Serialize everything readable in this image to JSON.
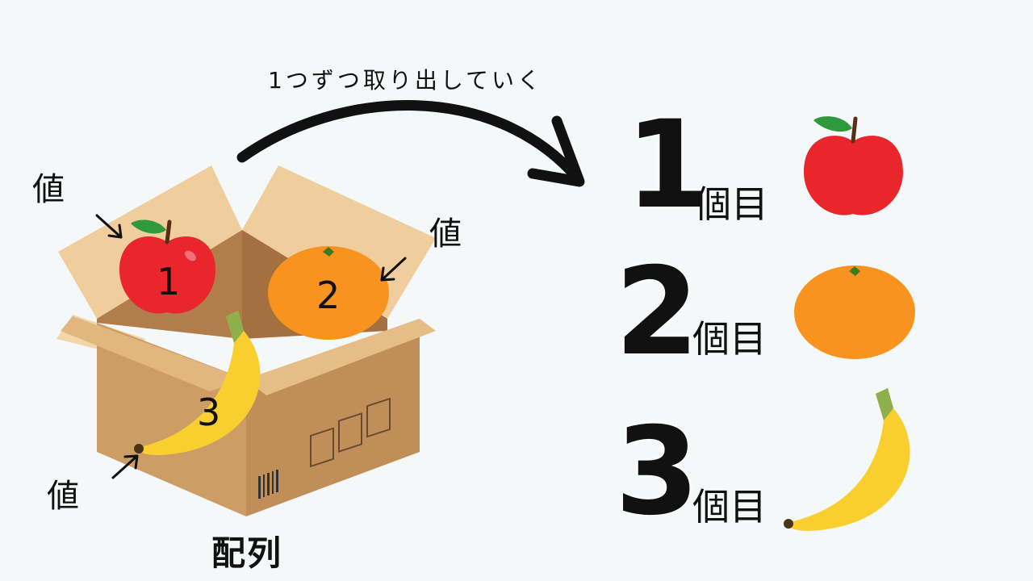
{
  "caption": "1つずつ取り出していく",
  "array_label": "配列",
  "value_label": "値",
  "box_items": [
    {
      "number": "1",
      "fruit": "apple-icon"
    },
    {
      "number": "2",
      "fruit": "orange-icon"
    },
    {
      "number": "3",
      "fruit": "banana-icon"
    }
  ],
  "results": [
    {
      "number": "1",
      "counter": "個目",
      "fruit": "apple-icon"
    },
    {
      "number": "2",
      "counter": "個目",
      "fruit": "orange-icon"
    },
    {
      "number": "3",
      "counter": "個目",
      "fruit": "banana-icon"
    }
  ],
  "colors": {
    "apple": "#e8262c",
    "orange": "#f7931e",
    "banana": "#f9cf2f",
    "box": "#c99a63",
    "box_flap": "#efcd9c",
    "arrow": "#111111"
  }
}
